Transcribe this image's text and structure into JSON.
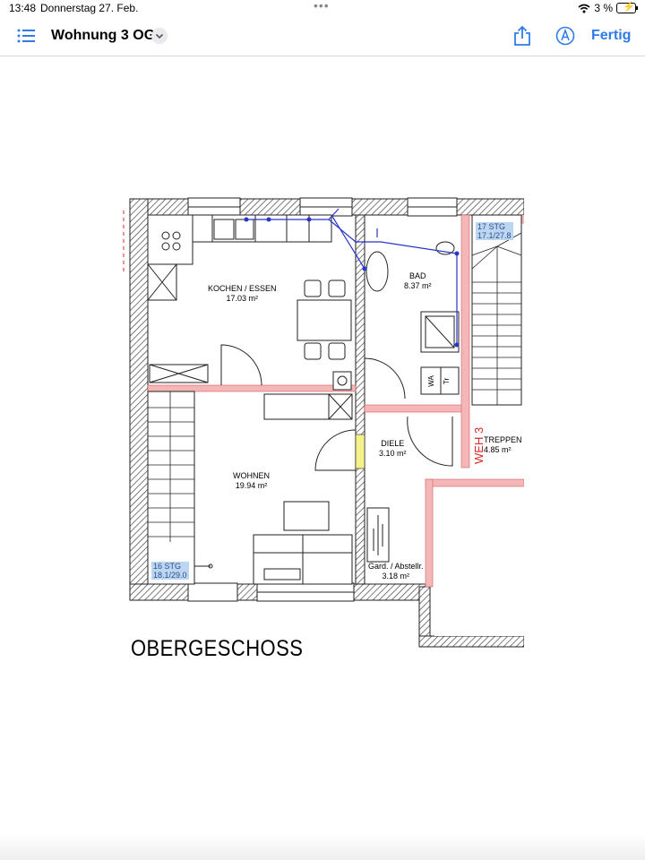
{
  "status_bar": {
    "time": "13:48",
    "date": "Donnerstag 27. Feb.",
    "battery_percent": "3 %",
    "dots": "•••"
  },
  "nav": {
    "title": "Wohnung 3 OG",
    "done_label": "Fertig",
    "accent_color": "#2f7bea"
  },
  "plan": {
    "rooms": {
      "kitchen": {
        "name": "KOCHEN / ESSEN",
        "area": "17.03 m²"
      },
      "bath": {
        "name": "BAD",
        "area": "8.37 m²"
      },
      "hall": {
        "name": "DIELE",
        "area": "3.10 m²"
      },
      "living": {
        "name": "WOHNEN",
        "area": "19.94 m²"
      },
      "storage": {
        "name": "Gard. / Abstellr.",
        "area": "3.18 m²"
      },
      "stairs": {
        "name": "TREPPEN",
        "area": "4.85 m²"
      }
    },
    "stair_labels": {
      "upper_a": "17 STG",
      "upper_b": "17.1/27.8",
      "lower_a": "16 STG",
      "lower_b": "18.1/29.0"
    },
    "weh_label": "WEH 3",
    "wa_label": "WA",
    "tr_label": "Tr",
    "floor_title": "OBERGESCHOSS"
  }
}
